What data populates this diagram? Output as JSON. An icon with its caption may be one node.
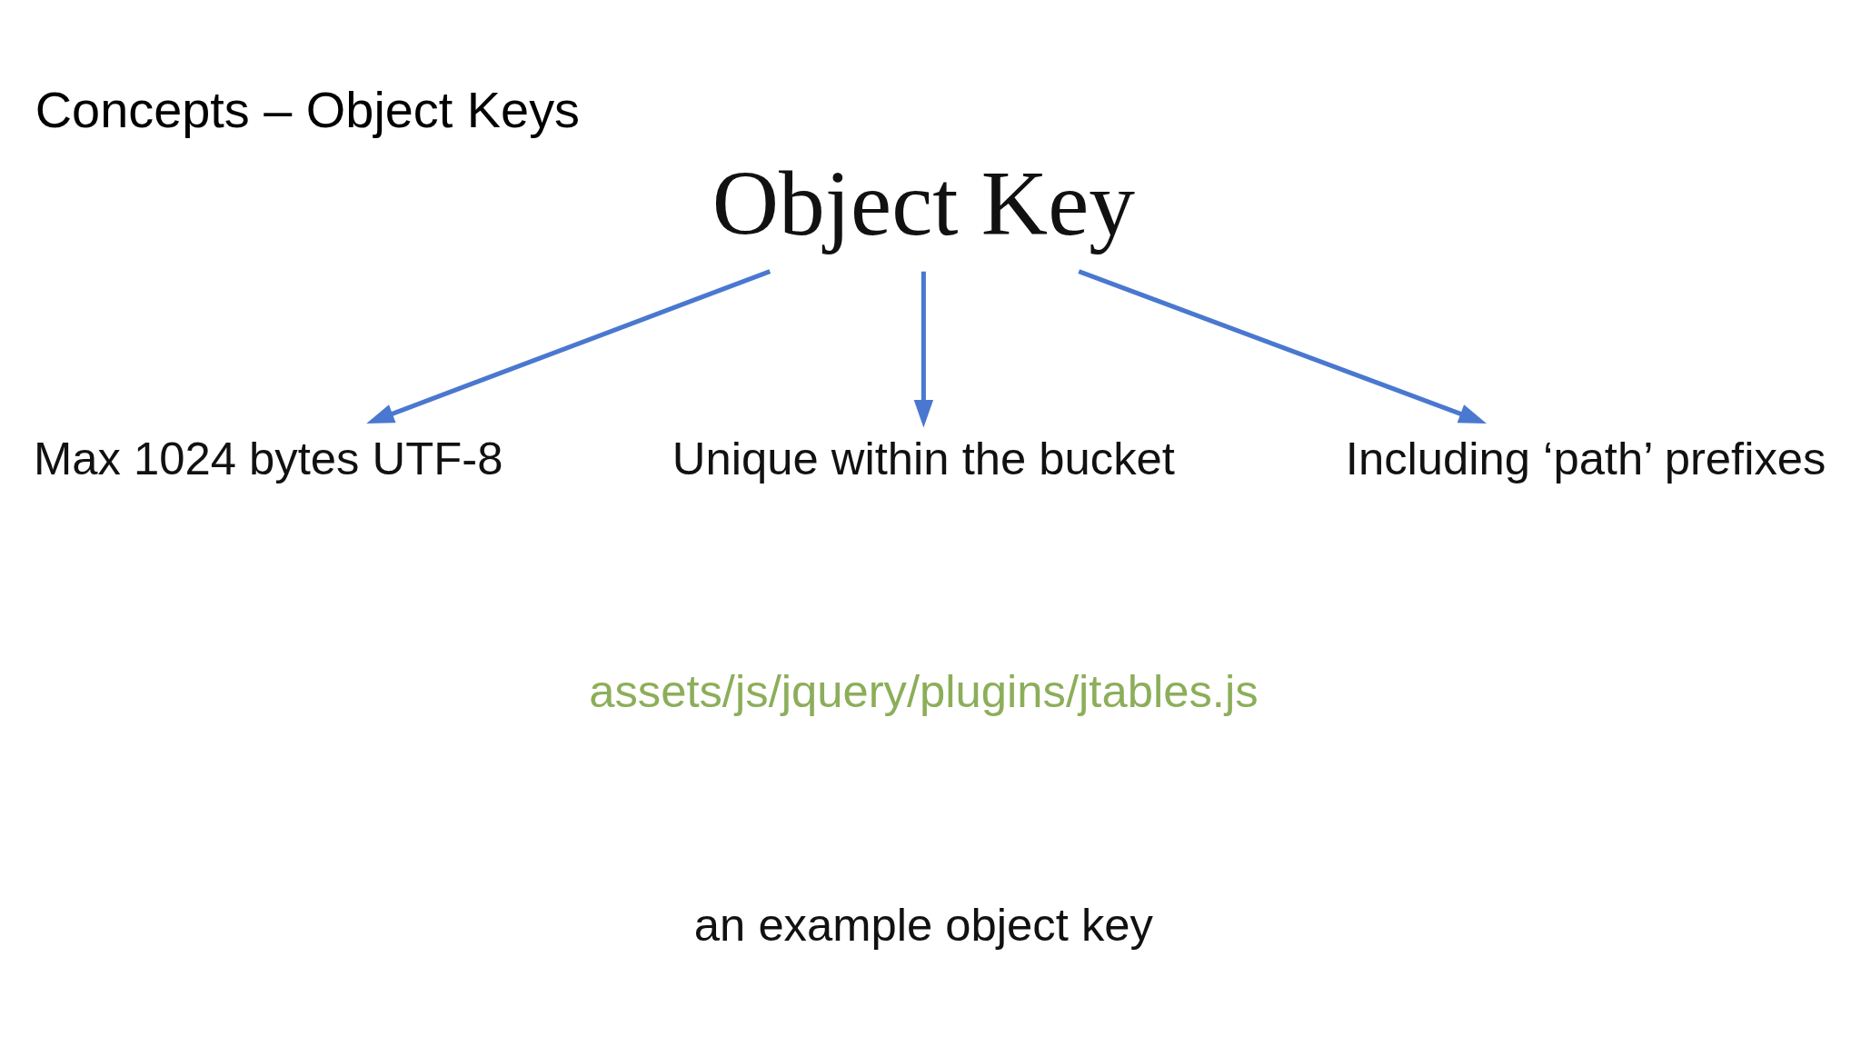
{
  "diagram": {
    "title": "Concepts – Object Keys",
    "nodes": [
      {
        "text": [
          "Object Key"
        ]
      },
      {
        "text": [
          "Max 1024 bytes UTF-8"
        ]
      },
      {
        "text": [
          "Unique within the bucket"
        ]
      },
      {
        "text": [
          "Including ‘path’ prefixes"
        ]
      }
    ],
    "edges": [
      {
        "from": 0,
        "to": 1,
        "arrow": "to"
      },
      {
        "from": 0,
        "to": 2,
        "arrow": "to"
      },
      {
        "from": 0,
        "to": 3,
        "arrow": "to"
      }
    ],
    "labels": [
      "assets/js/jquery/plugins/jtables.js",
      "an example object key"
    ]
  }
}
